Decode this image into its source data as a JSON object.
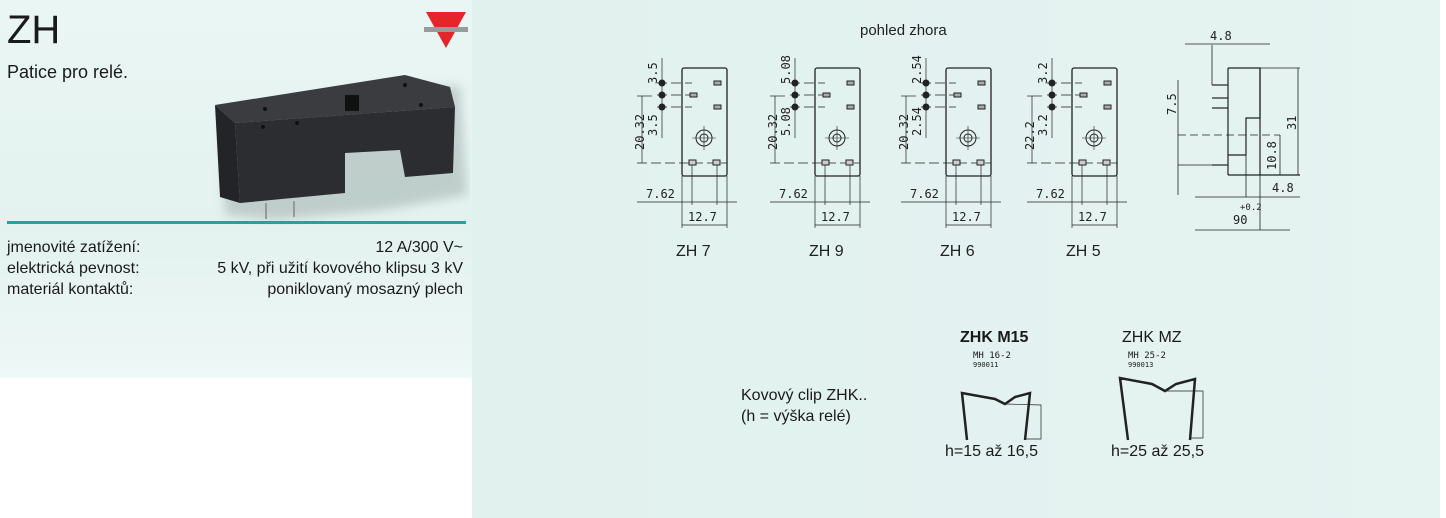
{
  "header": {
    "title": "ZH",
    "subtitle": "Patice pro relé.",
    "logo_icon": "carlo-gavazzi-logo"
  },
  "specs": [
    {
      "label": "jmenovité zatížení:",
      "value": "12 A/300 V~"
    },
    {
      "label": "elektrická pevnost:",
      "value": "5 kV, při užití kovového klipsu 3 kV"
    },
    {
      "label": "materiál kontaktů:",
      "value": "poniklovaný mosazný plech"
    }
  ],
  "top_view": {
    "heading": "pohled zhora",
    "variants": [
      {
        "name": "ZH 7",
        "pitch_top": "3.5",
        "pitch_bottom": "3.5",
        "height": "20.32",
        "width_a": "7.62",
        "width_b": "12.7"
      },
      {
        "name": "ZH 9",
        "pitch_top": "5.08",
        "pitch_bottom": "5.08",
        "height": "20.32",
        "width_a": "7.62",
        "width_b": "12.7"
      },
      {
        "name": "ZH 6",
        "pitch_top": "2.54",
        "pitch_bottom": "2.54",
        "height": "20.32",
        "width_a": "7.62",
        "width_b": "12.7"
      },
      {
        "name": "ZH 5",
        "pitch_top": "3.2",
        "pitch_bottom": "3.2",
        "height": "22.2",
        "width_a": "7.62",
        "width_b": "12.7"
      }
    ]
  },
  "side_view": {
    "top_width": "4.8",
    "left_height": "7.5",
    "total_height": "31",
    "inner_height": "10.8",
    "bottom_width": "4.8",
    "tolerance": "+0.2",
    "base": "90"
  },
  "clips": {
    "note_line1": "Kovový clip ZHK..",
    "note_line2": "(h = výška relé)",
    "items": [
      {
        "title": "ZHK M15",
        "code1": "MH 16-2",
        "code2": "990011",
        "h_range": "h=15 až 16,5"
      },
      {
        "title": "ZHK MZ",
        "code1": "MH 25-2",
        "code2": "990013",
        "h_range": "h=25 až 25,5"
      }
    ]
  }
}
